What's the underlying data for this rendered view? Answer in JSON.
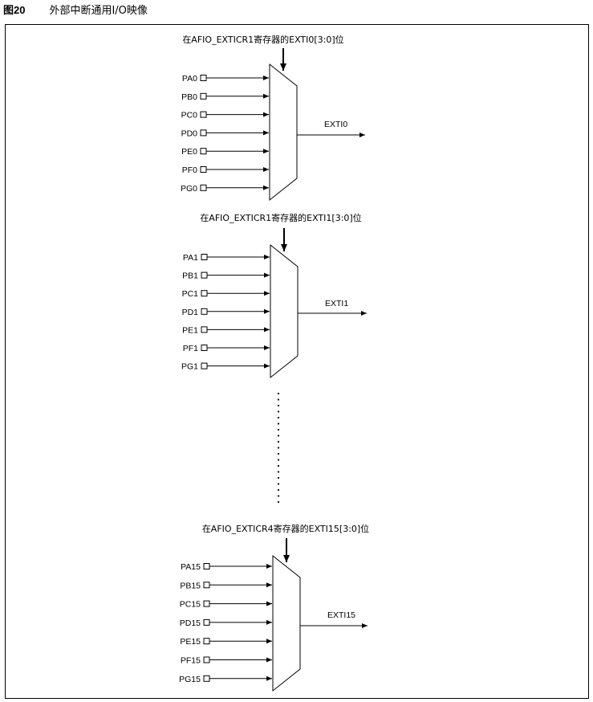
{
  "figure": {
    "number": "图20",
    "title": "外部中断通用I/O映像"
  },
  "muxes": [
    {
      "select_label": "在AFIO_EXTICR1寄存器的EXTI0[3:0]位",
      "inputs": [
        "PA0",
        "PB0",
        "PC0",
        "PD0",
        "PE0",
        "PF0",
        "PG0"
      ],
      "output": "EXTI0"
    },
    {
      "select_label": "在AFIO_EXTICR1寄存器的EXTI1[3:0]位",
      "inputs": [
        "PA1",
        "PB1",
        "PC1",
        "PD1",
        "PE1",
        "PF1",
        "PG1"
      ],
      "output": "EXTI1"
    },
    {
      "select_label": "在AFIO_EXTICR4寄存器的EXTI15[3:0]位",
      "inputs": [
        "PA15",
        "PB15",
        "PC15",
        "PD15",
        "PE15",
        "PF15",
        "PG15"
      ],
      "output": "EXTI15"
    }
  ],
  "colors": {
    "line": "#000000",
    "background": "#ffffff"
  }
}
